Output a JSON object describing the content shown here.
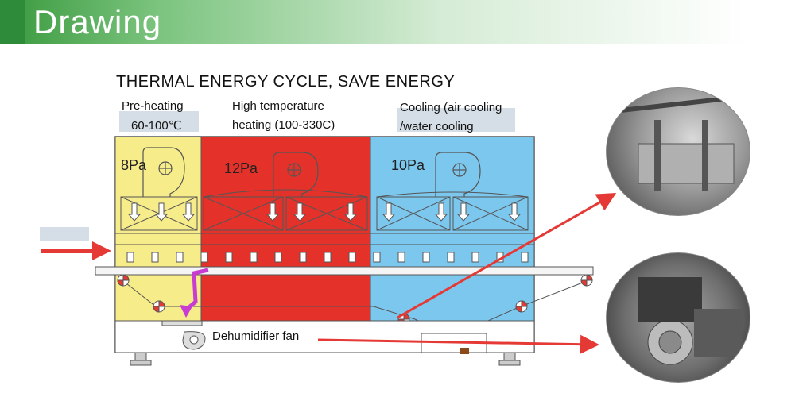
{
  "header": {
    "title": "Drawing"
  },
  "diagram": {
    "title": "THERMAL ENERGY CYCLE, SAVE ENERGY",
    "zones": [
      {
        "line1": "Pre-heating",
        "line2": "60-100℃",
        "pressure": "8Pa",
        "color": "#f7ec8a"
      },
      {
        "line1": "High temperature",
        "line2": "heating (100-330C)",
        "pressure": "12Pa",
        "color": "#e4322b"
      },
      {
        "line1": "Cooling (air cooling",
        "line2": "/water cooling",
        "pressure": "10Pa",
        "color": "#7cc7ee"
      }
    ],
    "dehumidifier_label": "Dehumidifier fan"
  },
  "colors": {
    "banner": "#43a047",
    "arrow": "#e53935",
    "airflow": "#c83cd2"
  }
}
